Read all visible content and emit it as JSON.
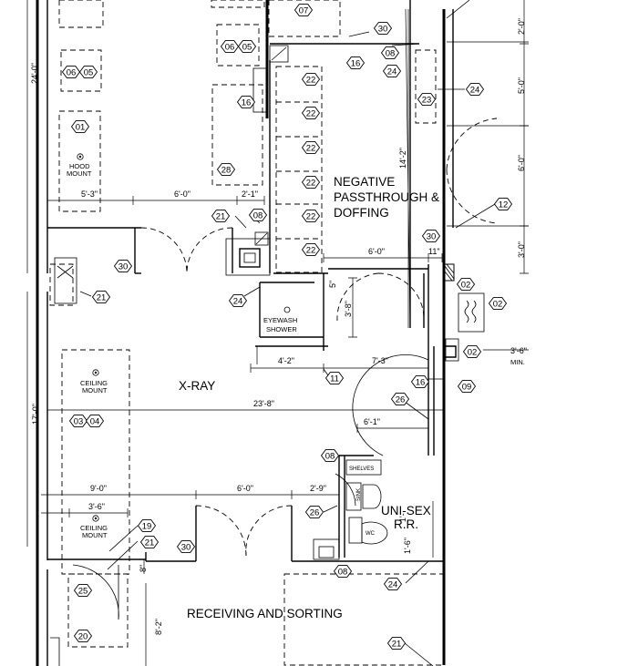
{
  "rooms": {
    "negative": [
      "NEGATIVE",
      "PASSTHROUGH &",
      "DOFFING"
    ],
    "xray": "X-RAY",
    "receiving": "RECEIVING AND SORTING",
    "unisex": [
      "UNI-SEX",
      "R.R."
    ]
  },
  "notes": {
    "hood_mount": [
      "HOOD",
      "MOUNT"
    ],
    "ceiling_mount": [
      "CEILING",
      "MOUNT"
    ],
    "ceiling_mount_2": [
      "CEILING",
      "MOUNT"
    ],
    "eyewash": [
      "EYEWASH",
      "SHOWER"
    ],
    "shelves": "SHELVES",
    "sink": "SINK",
    "wc": "WC",
    "min": "MIN."
  },
  "dimensions": {
    "d24_0": "24'-0\"",
    "d17_0": "17'-0\"",
    "d5_3": "5'-3\"",
    "d6_0_top": "6'-0\"",
    "d2_1": "2'-1\"",
    "d6_0_neg": "6'-0\"",
    "d11": "11\"",
    "d14_2": "14'-2\"",
    "d2_0": "2'-0\"",
    "d5_0": "5'-0\"",
    "d6_0_right": "6'-0\"",
    "d3_0": "3'-0\"",
    "d5": "5\"",
    "d3_8": "3'-8\"",
    "d4_2": "4'-2\"",
    "d7_3": "7'-3\"",
    "d3_6_right": "3'-6\"",
    "d23_8": "23'-8\"",
    "d6_1": "6'-1\"",
    "d9_0": "9'-0\"",
    "d3_6": "3'-6\"",
    "d6_0_low": "6'-0\"",
    "d2_9": "2'-9\"",
    "d8": "8\"",
    "d8_2": "8'-2\"",
    "d1_6": "1'-6\"",
    "d1_x": "1'-"
  },
  "keynotes": {
    "k07": "07",
    "k30a": "30",
    "k08a": "08",
    "k16a": "16",
    "k24a": "24",
    "k06a": "06",
    "k05a": "05",
    "k06b": "06",
    "k05b": "05",
    "k16b": "16",
    "k22a": "22",
    "k22b": "22",
    "k22c": "22",
    "k22d": "22",
    "k22e": "22",
    "k22f": "22",
    "k23": "23",
    "k24b": "24",
    "k01": "01",
    "k28": "28",
    "k21a": "21",
    "k08b": "08",
    "k12": "12",
    "k30b": "30",
    "k30c": "30",
    "k21b": "21",
    "k24c": "24",
    "k02a": "02",
    "k02b": "02",
    "k02c": "02",
    "k11": "11",
    "k16c": "16",
    "k09": "09",
    "k26a": "26",
    "k03": "03",
    "k04": "04",
    "k08c": "08",
    "k26b": "26",
    "k19": "19",
    "k21c": "21",
    "k30d": "30",
    "k08d": "08",
    "k24d": "24",
    "k25": "25",
    "k20": "20",
    "k21d": "21"
  }
}
